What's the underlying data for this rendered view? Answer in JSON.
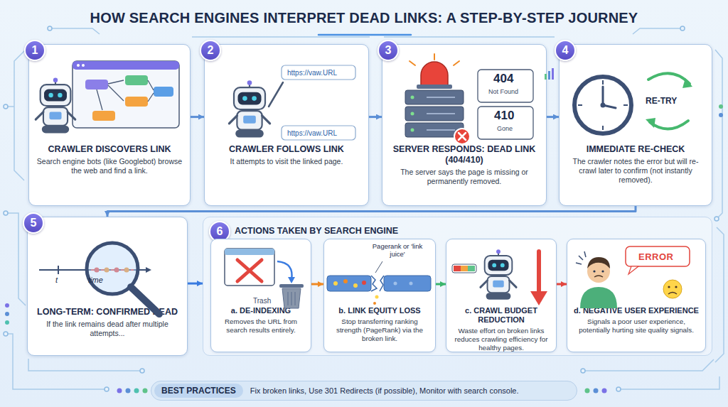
{
  "diagram": {
    "title": "HOW SEARCH ENGINES INTERPRET DEAD LINKS: A STEP-BY-STEP JOURNEY",
    "nodes": [
      {
        "text": [
          "1",
          "CRAWLER DISCOVERS LINK",
          "Search engine bots (like Googlebot) browse the web and find a link."
        ]
      },
      {
        "text": [
          "2",
          "CRAWLER FOLLOWS LINK",
          "It attempts to visit the linked page."
        ]
      },
      {
        "text": [
          "3",
          "SERVER RESPONDS: DEAD LINK (404/410)",
          "The server says the page is missing or permanently removed."
        ]
      },
      {
        "text": [
          "4",
          "IMMEDIATE RE-CHECK",
          "The crawler notes the error but will re-crawl later to confirm (not instantly removed)."
        ]
      },
      {
        "text": [
          "5",
          "LONG-TERM: CONFIRMED DEAD",
          "If the link remains dead after multiple attempts..."
        ]
      },
      {
        "text": [
          "6",
          "ACTIONS TAKEN BY SEARCH ENGINE"
        ]
      },
      {
        "text": [
          "a. DE-INDEXING",
          "Removes the URL from search results entirely."
        ],
        "in": 5
      },
      {
        "text": [
          "b. LINK EQUITY LOSS",
          "Stop transferring ranking strength (PageRank) via the broken link."
        ],
        "in": 5
      },
      {
        "text": [
          "c. CRAWL BUDGET REDUCTION",
          "Waste effort on broken links reduces crawling efficiency for healthy pages."
        ],
        "in": 5
      },
      {
        "text": [
          "d. NEGATIVE USER EXPERIENCE",
          "Signals a poor user experience, potentially hurting site quality signals."
        ],
        "in": 5
      },
      {
        "text": [
          "BEST PRACTICES",
          "Fix broken links, Use 301 Redirects (if possible), Monitor with search console."
        ]
      }
    ],
    "edges": [
      {
        "from": 0,
        "to": 1,
        "arrow": "to"
      },
      {
        "from": 1,
        "to": 2,
        "arrow": "to"
      },
      {
        "from": 2,
        "to": 3,
        "arrow": "to"
      },
      {
        "from": 3,
        "to": 4,
        "arrow": "to"
      },
      {
        "from": 4,
        "to": 5,
        "arrow": "to"
      },
      {
        "from": 6,
        "to": 7,
        "arrow": "to"
      },
      {
        "from": 7,
        "to": 8,
        "arrow": "to"
      },
      {
        "from": 8,
        "to": 9,
        "arrow": "to"
      }
    ],
    "labels": [
      "https://vaw.URL",
      "https://vaw.URL",
      "404",
      "Not Found",
      "410",
      "Gone",
      "RE-TRY",
      "t",
      "time",
      "Trash",
      "Pagerank or 'link juice'",
      "ERROR"
    ]
  }
}
